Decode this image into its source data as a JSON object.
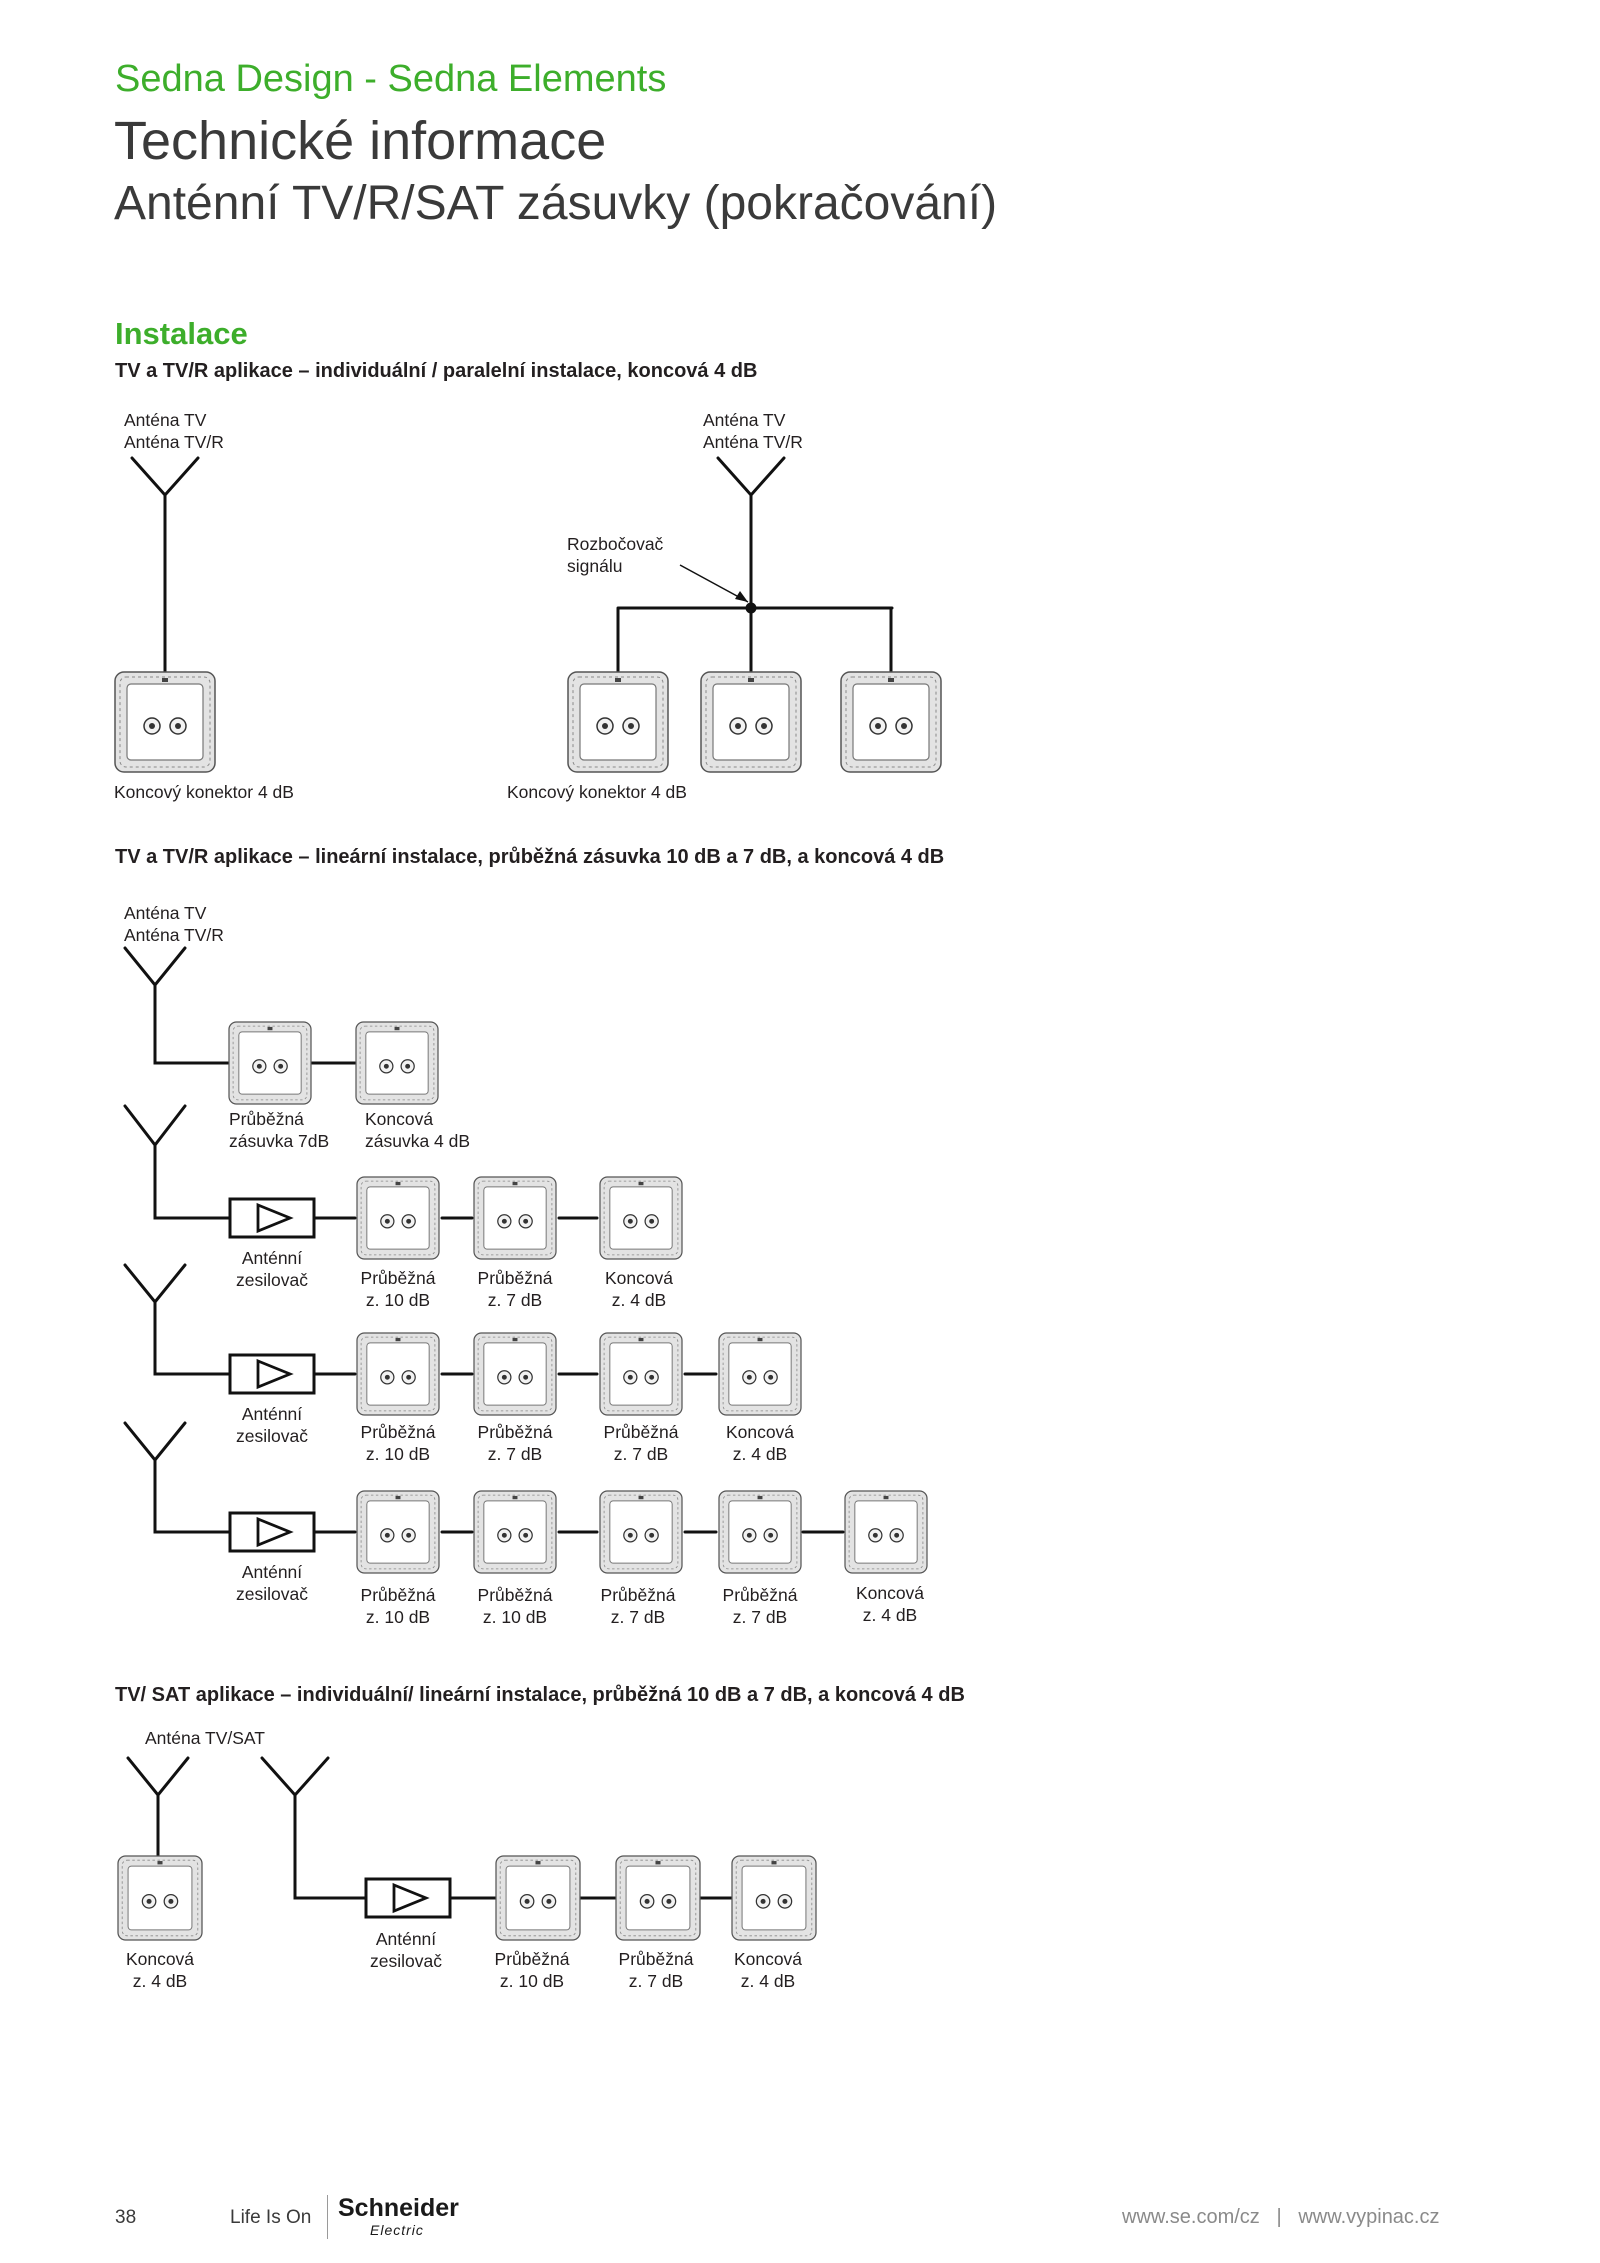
{
  "header": {
    "brand": "Sedna Design - Sedna Elements",
    "title": "Technické informace",
    "subtitle": "Anténní TV/R/SAT zásuvky (pokračování)"
  },
  "section_title": "Instalace",
  "diagram1": {
    "heading": "TV a TV/R aplikace – individuální / paralelní instalace, koncová 4 dB",
    "left_antenna_line1": "Anténa TV",
    "left_antenna_line2": "Anténa TV/R",
    "right_antenna_line1": "Anténa TV",
    "right_antenna_line2": "Anténa TV/R",
    "splitter_line1": "Rozbočovač",
    "splitter_line2": "signálu",
    "left_label": "Koncový konektor 4 dB",
    "right_label": "Koncový konektor 4 dB"
  },
  "diagram2": {
    "heading": "TV a TV/R aplikace – lineární instalace, průběžná zásuvka 10 dB a 7 dB, a koncová 4 dB",
    "antenna_line1": "Anténa TV",
    "antenna_line2": "Anténa TV/R",
    "amp_line1": "Anténní",
    "amp_line2": "zesilovač",
    "row1": [
      {
        "l1": "Průběžná",
        "l2": "zásuvka 7dB"
      },
      {
        "l1": "Koncová",
        "l2": "zásuvka 4 dB"
      }
    ],
    "row2": [
      {
        "l1": "Průběžná",
        "l2": "z. 10 dB"
      },
      {
        "l1": "Průběžná",
        "l2": "z. 7 dB"
      },
      {
        "l1": "Koncová",
        "l2": "z. 4 dB"
      }
    ],
    "row3": [
      {
        "l1": "Průběžná",
        "l2": "z. 10 dB"
      },
      {
        "l1": "Průběžná",
        "l2": "z. 7 dB"
      },
      {
        "l1": "Průběžná",
        "l2": "z. 7 dB"
      },
      {
        "l1": "Koncová",
        "l2": "z. 4 dB"
      }
    ],
    "row4": [
      {
        "l1": "Průběžná",
        "l2": "z. 10 dB"
      },
      {
        "l1": "Průběžná",
        "l2": "z. 10 dB"
      },
      {
        "l1": "Průběžná",
        "l2": "z. 7 dB"
      },
      {
        "l1": "Průběžná",
        "l2": "z. 7 dB"
      },
      {
        "l1": "Koncová",
        "l2": "z. 4 dB"
      }
    ]
  },
  "diagram3": {
    "heading": "TV/ SAT aplikace – individuální/ lineární instalace, průběžná 10 dB a 7 dB, a koncová 4 dB",
    "antenna_label": "Anténa TV/SAT",
    "amp_line1": "Anténní",
    "amp_line2": "zesilovač",
    "single": {
      "l1": "Koncová",
      "l2": "z. 4 dB"
    },
    "chain": [
      {
        "l1": "Průběžná",
        "l2": "z. 10 dB"
      },
      {
        "l1": "Průběžná",
        "l2": "z. 7 dB"
      },
      {
        "l1": "Koncová",
        "l2": "z. 4 dB"
      }
    ]
  },
  "footer": {
    "page_number": "38",
    "tagline": "Life Is On",
    "logo_name": "Schneider",
    "logo_sub": "Electric",
    "links": "www.se.com/cz   |   www.vypinac.cz"
  }
}
